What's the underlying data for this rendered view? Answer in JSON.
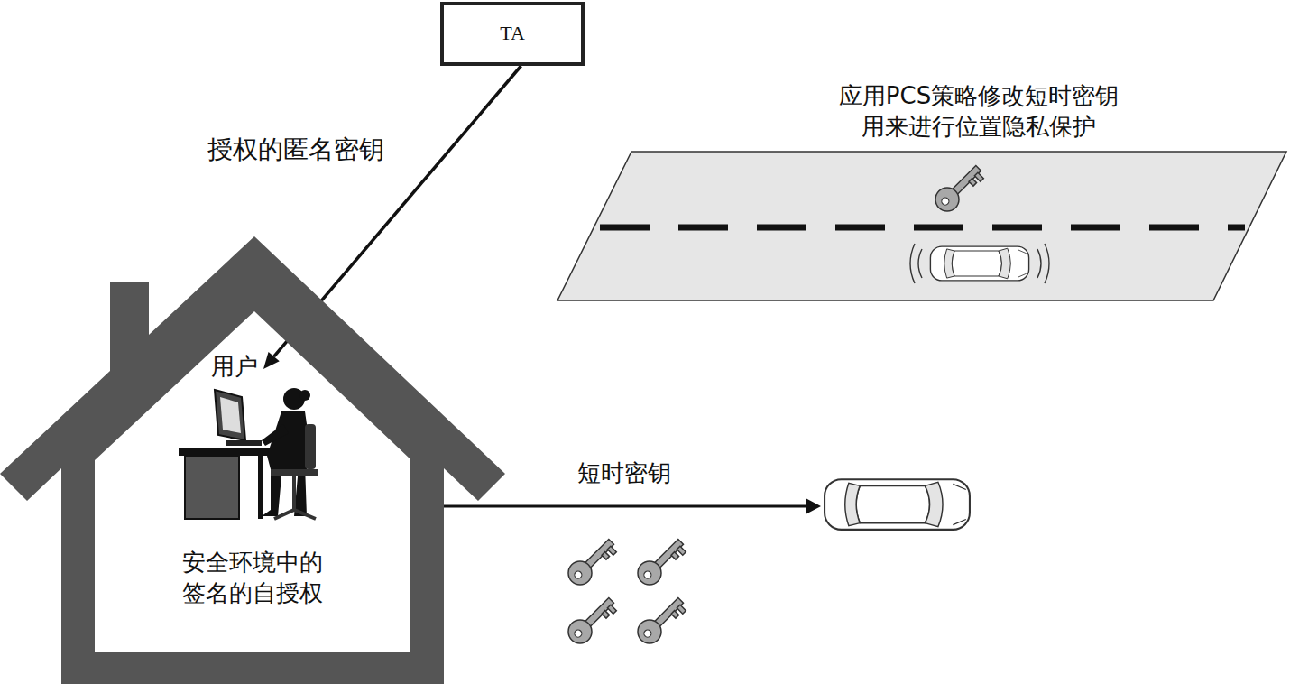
{
  "diagram": {
    "nodes": [
      {
        "text": [
          "TA"
        ]
      },
      {
        "text": [
          "安全环境中的 签名的自授权"
        ]
      },
      {
        "text": [
          "用户"
        ],
        "in": 1
      },
      {
        "text": [
          "应用PCS策略修改短时密钥 用来进行位置隐私保护"
        ]
      }
    ],
    "edges": [
      {
        "from": 0,
        "to": 2,
        "label": "授权的匿名密钥",
        "arrow": "to"
      }
    ],
    "labels": [
      "短时密钥"
    ]
  }
}
